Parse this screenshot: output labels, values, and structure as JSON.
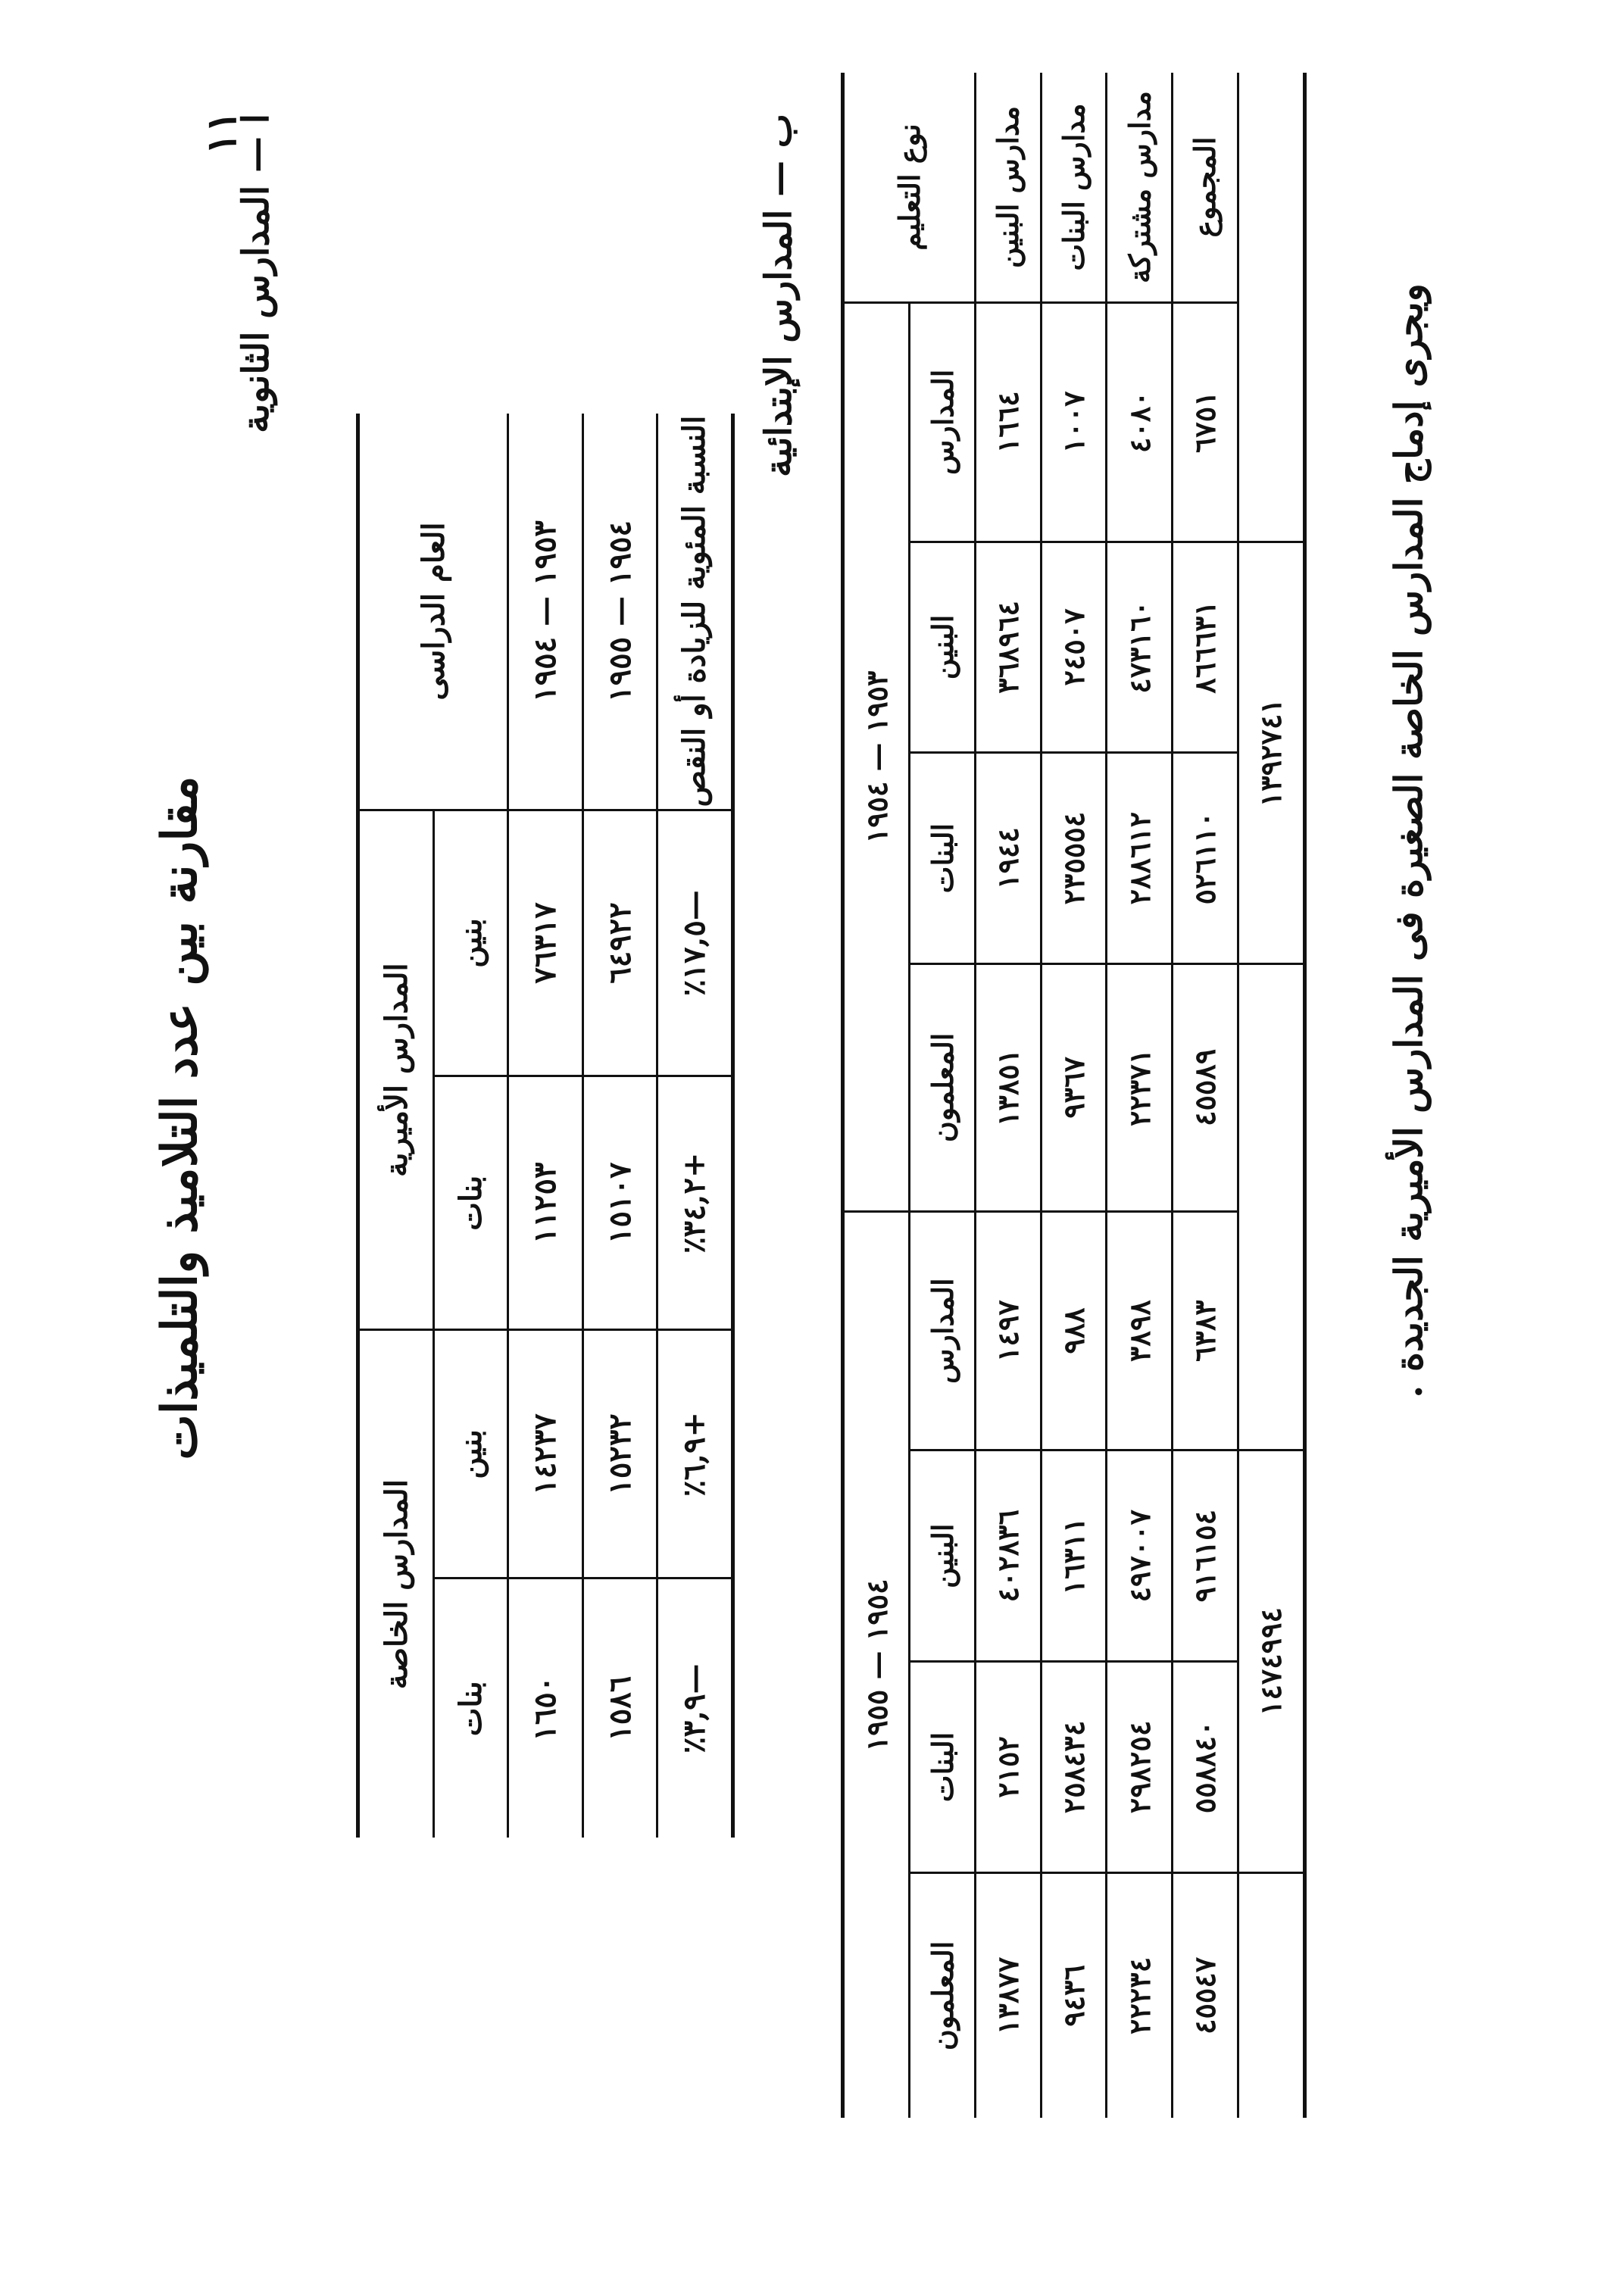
{
  "page_number": "١١",
  "title": "مقارنة بين عدد التلاميذ والتلميذات",
  "section_a": {
    "heading": "ا — المدارس الثانوية",
    "col_year": "العام الدراسى",
    "group_private": "المدارس الخاصة",
    "group_government": "المدارس الأميرية",
    "boys": "بنين",
    "girls": "بنات",
    "rows": [
      {
        "year": "١٩٥٣ — ١٩٥٤",
        "gov_boys": "٧٦٣١٧",
        "gov_girls": "١١٢٥٣",
        "priv_boys": "١٤٢٣٧",
        "priv_girls": "١٦٥٠"
      },
      {
        "year": "١٩٥٤ — ١٩٥٥",
        "gov_boys": "٦٤٩٢٢",
        "gov_girls": "١٥١٠٧",
        "priv_boys": "١٥٢٣٢",
        "priv_girls": "١٥٨٦"
      },
      {
        "year": "النسبة المئوية للزيادة أو النقص",
        "gov_boys": "—١٧,٥٪",
        "gov_girls": "+٣٤,٢٪",
        "priv_boys": "+٦,٩٪",
        "priv_girls": "—٣,٩٪"
      }
    ]
  },
  "section_b": {
    "heading": "ب — المدارس الإبتدائية",
    "col_type": "نوع التعليم",
    "period_1": "١٩٥٣ — ١٩٥٤",
    "period_2": "١٩٥٤ — ١٩٥٥",
    "schools": "المدارس",
    "boys": "البنين",
    "girls": "البنات",
    "teachers": "المعلمون",
    "rows": [
      {
        "type": "مدارس البنين",
        "p1_schools": "١٦٦٤",
        "p1_boys": "٣٦٨٩٦٤",
        "p1_girls": "١٩٤٤",
        "p1_teachers": "١٣٨٥١",
        "p2_schools": "١٤٩٧",
        "p2_boys": "٤٠٢٨٣٦",
        "p2_girls": "٢١٥٢",
        "p2_teachers": "١٣٨٧٧"
      },
      {
        "type": "مدارس البنات",
        "p1_schools": "١٠٠٧",
        "p1_boys": "٢٤٥٠٧",
        "p1_girls": "٢٣٥٥٥٤",
        "p1_teachers": "٩٣٦٧",
        "p2_schools": "٩٨٨",
        "p2_boys": "١٦٣١١",
        "p2_girls": "٢٥٨٤٣٤",
        "p2_teachers": "٩٤٣٦"
      },
      {
        "type": "مدارس مشتركة",
        "p1_schools": "٤٠٨٠",
        "p1_boys": "٤٧٣١٦٠",
        "p1_girls": "٢٨٨٦١٢",
        "p1_teachers": "٢٢٣٧١",
        "p2_schools": "٣٨٩٨",
        "p2_boys": "٤٩٧٠٠٧",
        "p2_girls": "٢٩٨٢٥٤",
        "p2_teachers": "٢٢٢٣٤"
      },
      {
        "type": "المجموع",
        "p1_schools": "٦٧٥١",
        "p1_boys": "٨٦٦٦٣١",
        "p1_girls": "٥٢٦١١٠",
        "p1_teachers": "٤٥٥٨٩",
        "p2_schools": "٦٣٨٣",
        "p2_boys": "٩١٦١٥٤",
        "p2_girls": "٥٥٨٨٤٠",
        "p2_teachers": "٤٥٥٤٧"
      }
    ],
    "p1_grand_total": "١٣٩٢٧٤١",
    "p2_grand_total": "١٤٧٤٩٩٤"
  },
  "footnote": "ويجرى إدماج المدارس الخاصة الصغيرة فى المدارس الأميرية الجديدة ."
}
